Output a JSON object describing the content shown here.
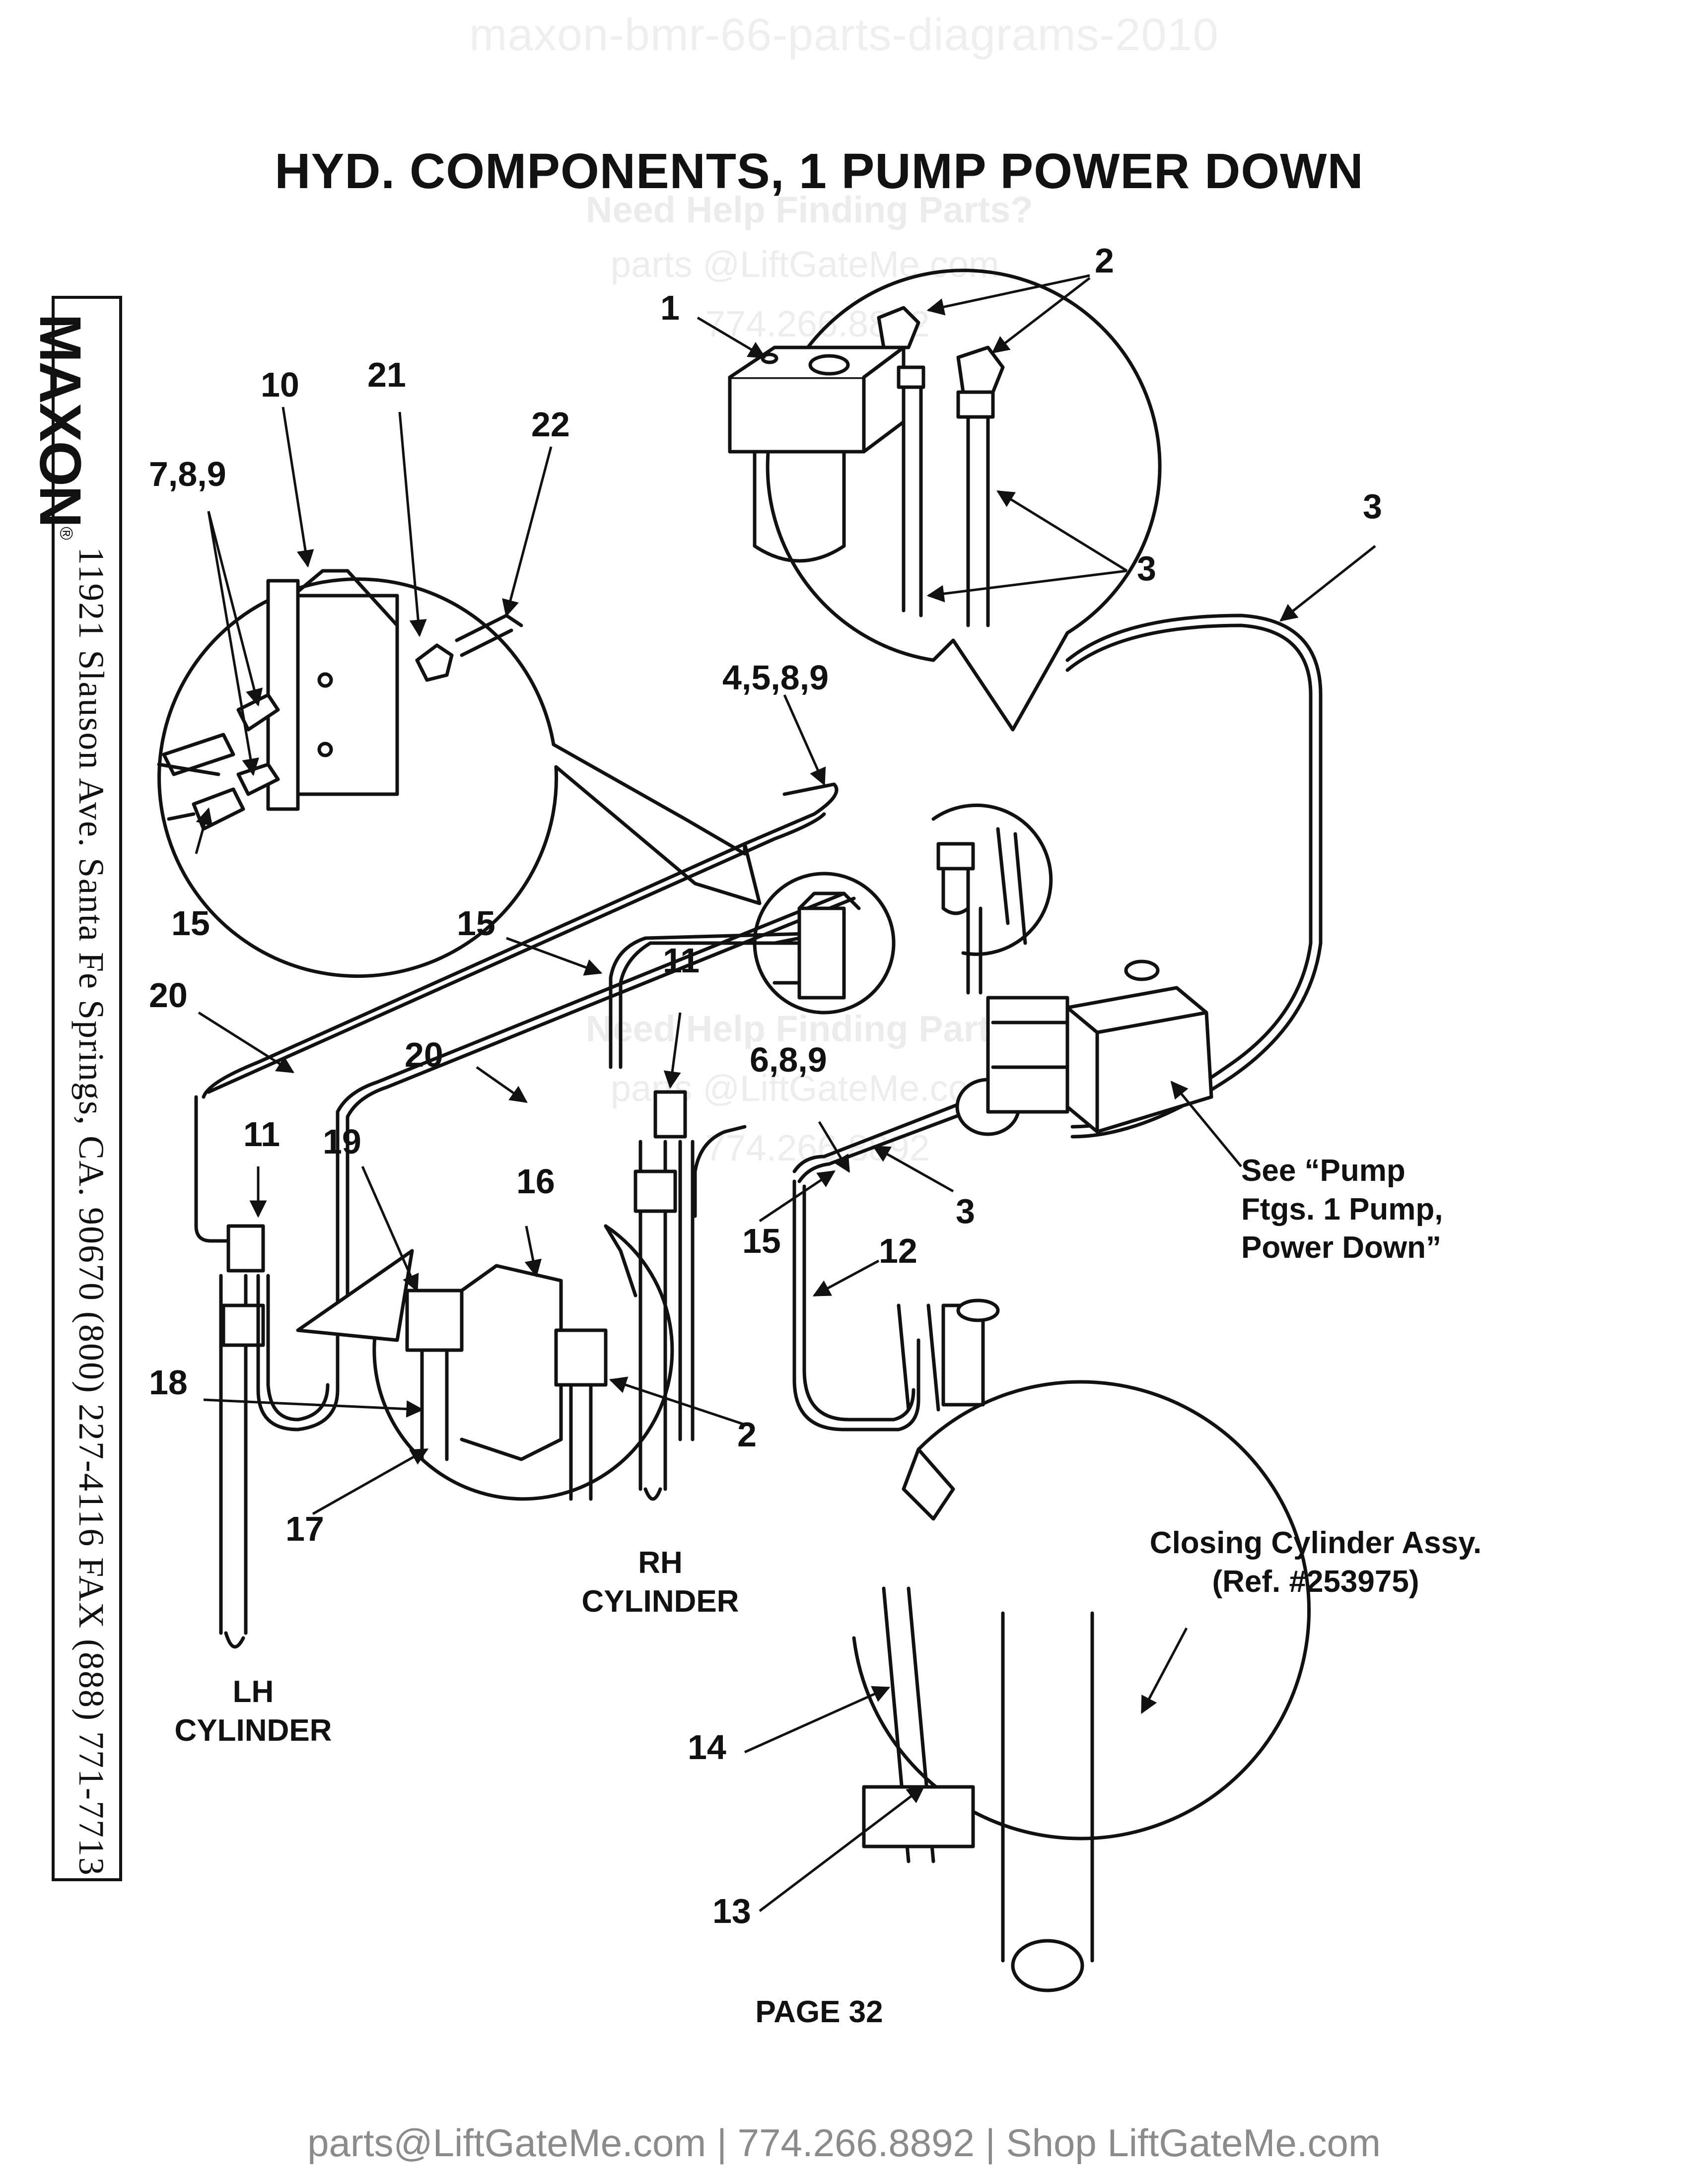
{
  "watermark_top": "maxon-bmr-66-parts-diagrams-2010",
  "title": "HYD. COMPONENTS, 1 PUMP POWER DOWN",
  "watermark_help": {
    "heading": "Need Help Finding Parts?",
    "email": "parts @LiftGateMe.com",
    "phone": "774.266.8892"
  },
  "watermark_help_partial": {
    "heading": "Need Help Finding Parts?",
    "email": "parts @LiftGateMe.com",
    "phone": "774.266.8892"
  },
  "sidebar": {
    "brand": "MAXON",
    "registered": "®",
    "address": "11921 Slauson Ave.  Santa Fe Springs, CA.  90670  (800) 227-4116  FAX (888) 771-7713"
  },
  "callouts": {
    "c1": "1",
    "c2a": "2",
    "c2b": "2",
    "c3a": "3",
    "c3b": "3",
    "c3c": "3",
    "c4589": "4,5,8,9",
    "c6789": "6,8,9",
    "c789": "7,8,9",
    "c10": "10",
    "c11a": "11",
    "c11b": "11",
    "c12": "12",
    "c13": "13",
    "c14": "14",
    "c15a": "15",
    "c15b": "15",
    "c15c": "15",
    "c16": "16",
    "c17": "17",
    "c18": "18",
    "c19": "19",
    "c20a": "20",
    "c20b": "20",
    "c21": "21",
    "c22": "22"
  },
  "labels": {
    "rh_cylinder": [
      "RH",
      "CYLINDER"
    ],
    "lh_cylinder": [
      "LH",
      "CYLINDER"
    ],
    "pump_note": [
      "See “Pump",
      "Ftgs. 1 Pump,",
      "Power Down”"
    ],
    "closing_cylinder": [
      "Closing Cylinder Assy.",
      "(Ref. #253975)"
    ]
  },
  "page": "PAGE 32",
  "footer": "parts@LiftGateMe.com | 774.266.8892 | Shop LiftGateMe.com"
}
